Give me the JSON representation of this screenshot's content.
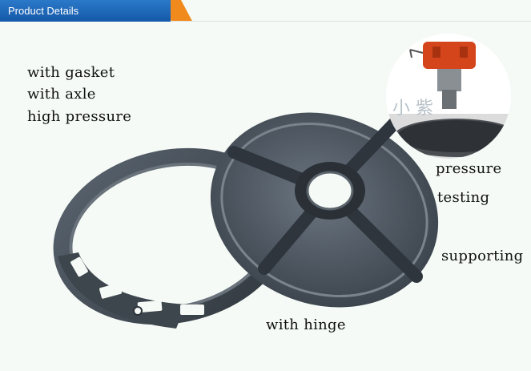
{
  "header": {
    "title": "Product Details"
  },
  "labels": {
    "gasket": "with gasket",
    "axle": "with axle",
    "pressure_high": "high pressure",
    "pressure": "pressure",
    "testing": "testing",
    "supporting": "supporting",
    "hinge": "with hinge"
  },
  "colors": {
    "header_blue": "#1f6bbf",
    "accent_orange": "#f08a1c",
    "metal": "#4b5560"
  }
}
